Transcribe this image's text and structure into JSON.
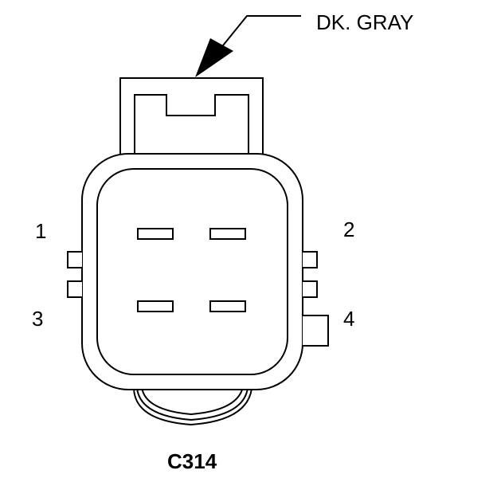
{
  "diagram": {
    "color_label": "DK. GRAY",
    "connector_id": "C314",
    "pins": [
      {
        "number": "1"
      },
      {
        "number": "2"
      },
      {
        "number": "3"
      },
      {
        "number": "4"
      }
    ]
  },
  "colors": {
    "line": "#000000",
    "background": "#ffffff"
  }
}
